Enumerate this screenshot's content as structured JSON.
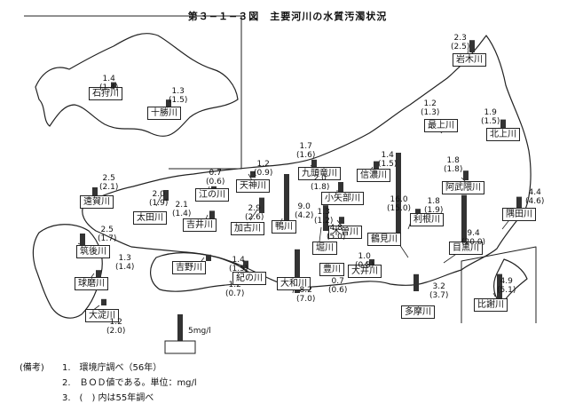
{
  "title": "第３−１−３図　主要河川の水質汚濁状況",
  "chart_data": {
    "type": "bar",
    "unit": "mg/l",
    "series": [
      {
        "name": "",
        "values": [
          1.4,
          1.3,
          2.3,
          1.2,
          1.9,
          1.7,
          1.4,
          2.0,
          1.8,
          1.8,
          4.4,
          2.5,
          2.0,
          0.7,
          2.1,
          1.2,
          2.9,
          9.0,
          1.3,
          4.8,
          16.0,
          9.4,
          2.5,
          1.3,
          1.2,
          1.2,
          1.4,
          0.7,
          1.0,
          3.2,
          8.2,
          4.9
        ]
      },
      {
        "name": "",
        "values": [
          1.4,
          1.5,
          2.5,
          1.3,
          1.5,
          1.6,
          1.5,
          1.8,
          1.9,
          1.8,
          4.6,
          2.1,
          1.9,
          0.6,
          1.4,
          0.9,
          2.6,
          4.2,
          1.2,
          5.0,
          15.0,
          20.0,
          1.7,
          1.4,
          2.0,
          0.7,
          1.5,
          0.6,
          0.8,
          3.7,
          7.0,
          5.1
        ]
      }
    ],
    "rivers": [
      "石狩川",
      "十勝川",
      "岩木川",
      "最上川",
      "北上川",
      "九頭竜川",
      "信濃川",
      "小矢部川",
      "利根川",
      "阿武隈川",
      "隅田川",
      "遠賀川",
      "太田川",
      "江の川",
      "吉井川",
      "天神川",
      "加古川",
      "鴨川",
      "木曽川",
      "堀川",
      "鶴見川",
      "目黒川",
      "筑後川",
      "球磨川",
      "大淀川",
      "吉野川",
      "紀の川",
      "豊川",
      "大井川",
      "多摩川",
      "大和川",
      "比謝川"
    ],
    "legend_value": "5mg/l",
    "legend_amount": 5
  },
  "notes": {
    "label": "(備考)",
    "lines": [
      "1.　環境庁調べ（56年）",
      "2.　ＢＯＤ値である。単位：mg/l",
      "3.　(　) 内は55年調べ"
    ]
  }
}
